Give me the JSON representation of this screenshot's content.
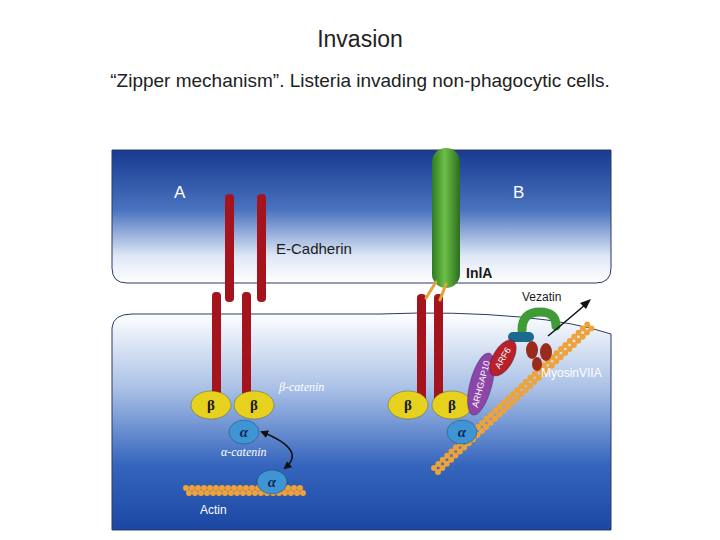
{
  "diagram": {
    "title": "Invasion",
    "caption": "“Zipper mechanism”. Listeria invading non-phagocytic cells.",
    "nodes": [
      {
        "text": [
          "β"
        ]
      },
      {
        "text": [
          "β"
        ]
      },
      {
        "text": [
          "α"
        ]
      },
      {
        "text": [
          "α"
        ]
      },
      {
        "text": [
          "β"
        ]
      },
      {
        "text": [
          "β"
        ]
      },
      {
        "text": [
          "α"
        ]
      },
      {
        "text": [
          "ARHGAP10"
        ]
      },
      {
        "text": [
          "ARF6"
        ]
      }
    ],
    "edges": [
      {
        "from": 2,
        "to": 3,
        "arrow": "both"
      }
    ],
    "labels": [
      "A",
      "B",
      "E-Cadherin",
      "InlA",
      "Vezatin",
      "β-catenin",
      "MyosinVIIA",
      "α-catenin",
      "Actin"
    ]
  }
}
